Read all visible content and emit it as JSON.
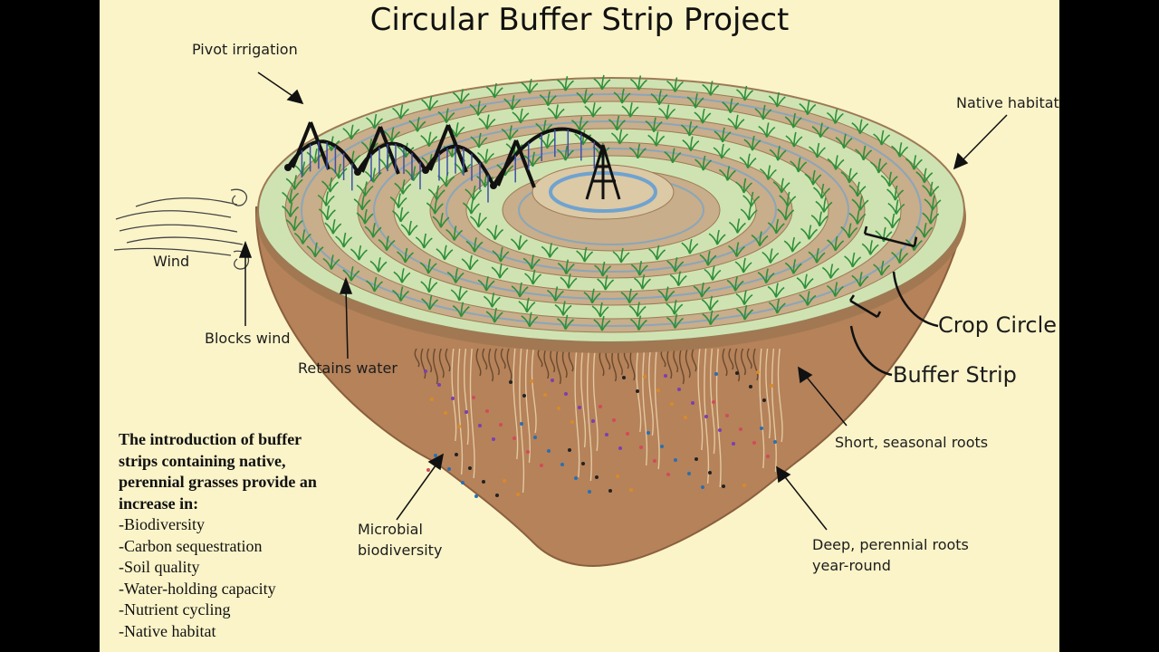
{
  "title": "Circular Buffer Strip Project",
  "labels": {
    "pivot_irrigation": "Pivot irrigation",
    "native_habitat": "Native habitat",
    "wind": "Wind",
    "blocks_wind": "Blocks wind",
    "retains_water": "Retains water",
    "crop_circle": "Crop Circle",
    "buffer_strip": "Buffer Strip",
    "short_roots": "Short, seasonal roots",
    "microbial_line1": "Microbial",
    "microbial_line2": "biodiversity",
    "deep_roots_line1": "Deep, perennial roots",
    "deep_roots_line2": "year-round"
  },
  "info": {
    "heading": "The introduction of buffer strips containing native, perennial grasses provide an increase in:",
    "items": [
      "Biodiversity",
      "Carbon sequestration",
      "Soil quality",
      "Water-holding capacity",
      "Nutrient cycling",
      "Native habitat"
    ]
  },
  "colors": {
    "background": "#fbf4c9",
    "frame": "#000000",
    "soil": "#b5825a",
    "buffer_strip": "#cfe3b2",
    "crop_ring": "#c8ae8a",
    "grass": "#2f8f3a",
    "irrigation_water": "#6fa3cf"
  }
}
